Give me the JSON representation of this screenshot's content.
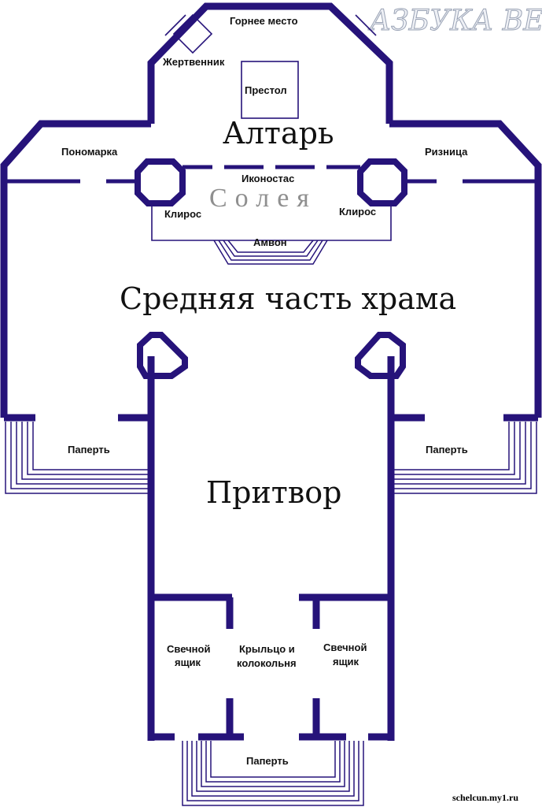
{
  "brand": "АЗБУКА ВЕРЫ",
  "website": "schelcun.my1.ru",
  "labels": {
    "gornee": "Горнее место",
    "zhertvennik": "Жертвенник",
    "prestol": "Престол",
    "altar": "Алтарь",
    "ponomarka": "Пономарка",
    "riznica": "Ризница",
    "ikonostas": "Иконостас",
    "soleya": "Солея",
    "kliros_left": "Клирос",
    "kliros_right": "Клирос",
    "ambon": "Амвон",
    "middle": "Средняя часть храма",
    "paperť_left": "Паперть",
    "paperť_right": "Паперть",
    "pritvor": "Притвор",
    "svechnoy_left_1": "Свечной",
    "svechnoy_left_2": "ящик",
    "krylco_1": "Крыльцо и",
    "krylco_2": "колокольня",
    "svechnoy_right_1": "Свечной",
    "svechnoy_right_2": "ящик",
    "paperť_bottom": "Паперть"
  },
  "colors": {
    "wall": "#26137a",
    "text": "#111111",
    "soleya": "#8f8f8f"
  }
}
